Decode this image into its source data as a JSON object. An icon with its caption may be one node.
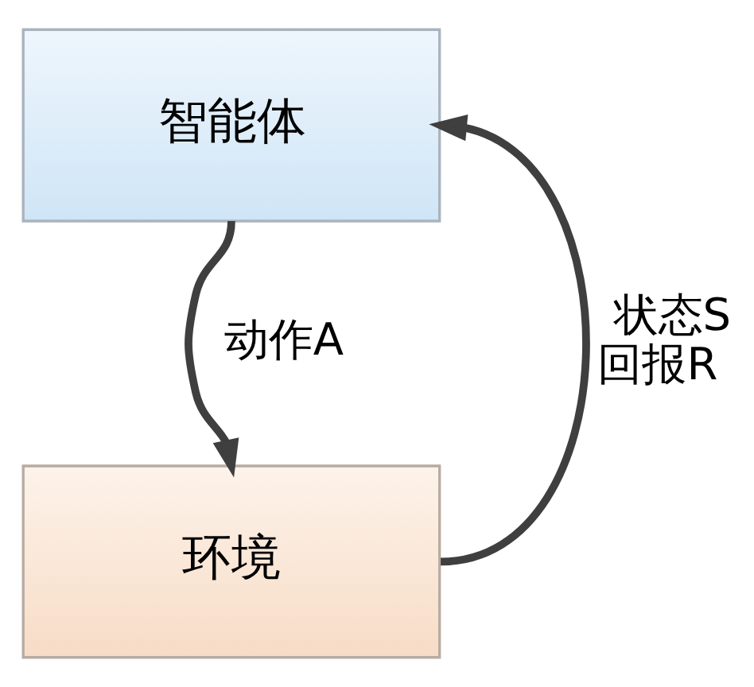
{
  "diagram": {
    "nodes": [
      {
        "text": [
          "智能体"
        ]
      },
      {
        "text": [
          "环境"
        ]
      }
    ],
    "edges": [
      {
        "from": 0,
        "to": 1,
        "arrow": "to",
        "label": "动作A"
      },
      {
        "from": 1,
        "to": 0,
        "arrow": "to",
        "label": "状态S 回报R"
      }
    ]
  }
}
